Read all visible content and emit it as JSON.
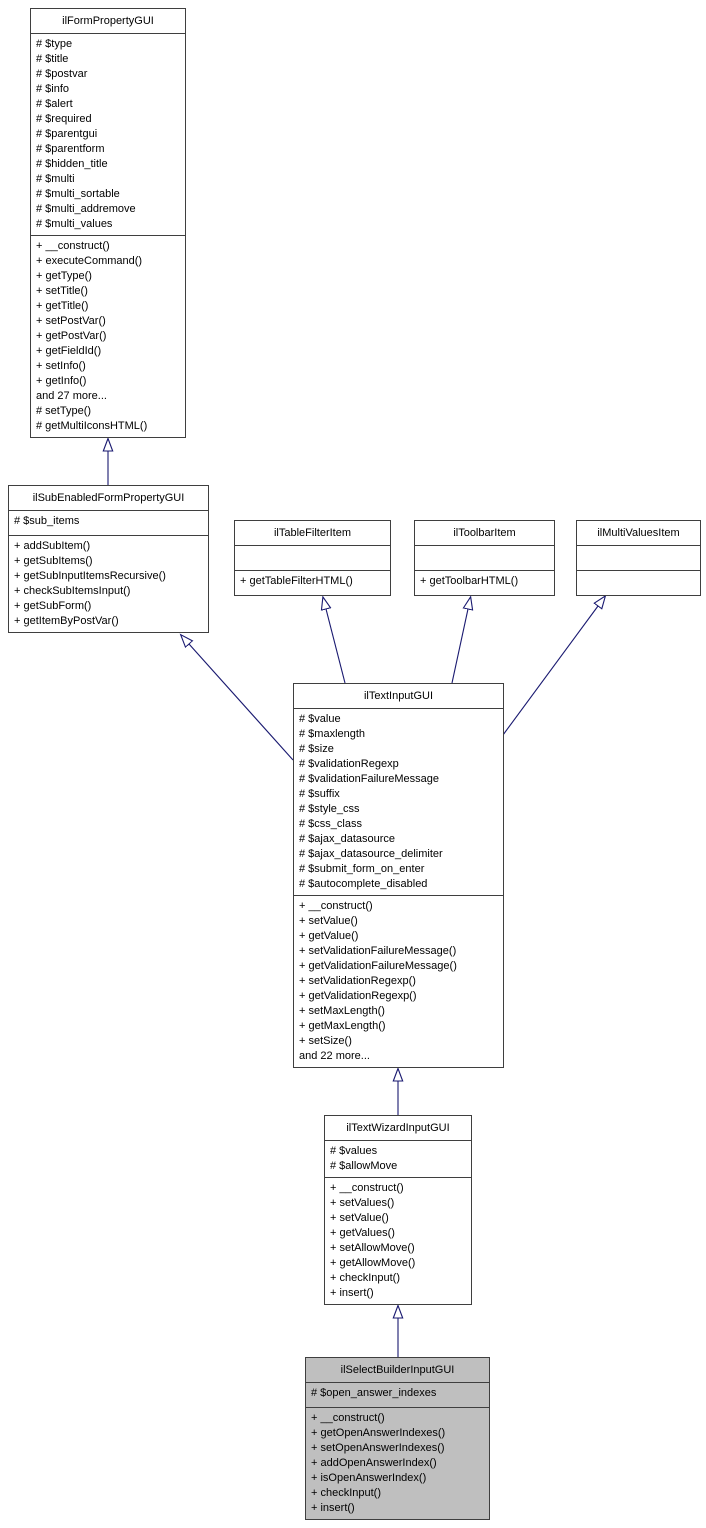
{
  "diagram": {
    "kind": "uml-class-inheritance",
    "colors": {
      "background": "#ffffff",
      "box_border": "#3f3f3f",
      "box_fill": "#ffffff",
      "highlight_fill": "#bfbfbf",
      "arrow_color": "#191970",
      "text_color": "#000000"
    },
    "classes": [
      {
        "name": "ilFormPropertyGUI",
        "highlighted": false,
        "attributes": [
          "# $type",
          "# $title",
          "# $postvar",
          "# $info",
          "# $alert",
          "# $required",
          "# $parentgui",
          "# $parentform",
          "# $hidden_title",
          "# $multi",
          "# $multi_sortable",
          "# $multi_addremove",
          "# $multi_values"
        ],
        "methods": [
          "+ __construct()",
          "+ executeCommand()",
          "+ getType()",
          "+ setTitle()",
          "+ getTitle()",
          "+ setPostVar()",
          "+ getPostVar()",
          "+ getFieldId()",
          "+ setInfo()",
          "+ getInfo()",
          "and 27 more...",
          "# setType()",
          "# getMultiIconsHTML()"
        ]
      },
      {
        "name": "ilSubEnabledFormPropertyGUI",
        "highlighted": false,
        "attributes": [
          "# $sub_items"
        ],
        "methods": [
          "+ addSubItem()",
          "+ getSubItems()",
          "+ getSubInputItemsRecursive()",
          "+ checkSubItemsInput()",
          "+ getSubForm()",
          "+ getItemByPostVar()"
        ]
      },
      {
        "name": "ilTableFilterItem",
        "highlighted": false,
        "attributes": [],
        "methods": [
          "+ getTableFilterHTML()"
        ]
      },
      {
        "name": "ilToolbarItem",
        "highlighted": false,
        "attributes": [],
        "methods": [
          "+ getToolbarHTML()"
        ]
      },
      {
        "name": "ilMultiValuesItem",
        "highlighted": false,
        "attributes": [],
        "methods": []
      },
      {
        "name": "ilTextInputGUI",
        "highlighted": false,
        "attributes": [
          "# $value",
          "# $maxlength",
          "# $size",
          "# $validationRegexp",
          "# $validationFailureMessage",
          "# $suffix",
          "# $style_css",
          "# $css_class",
          "# $ajax_datasource",
          "# $ajax_datasource_delimiter",
          "# $submit_form_on_enter",
          "# $autocomplete_disabled"
        ],
        "methods": [
          "+ __construct()",
          "+ setValue()",
          "+ getValue()",
          "+ setValidationFailureMessage()",
          "+ getValidationFailureMessage()",
          "+ setValidationRegexp()",
          "+ getValidationRegexp()",
          "+ setMaxLength()",
          "+ getMaxLength()",
          "+ setSize()",
          "and 22 more..."
        ]
      },
      {
        "name": "ilTextWizardInputGUI",
        "highlighted": false,
        "attributes": [
          "# $values",
          "# $allowMove"
        ],
        "methods": [
          "+ __construct()",
          "+ setValues()",
          "+ setValue()",
          "+ getValues()",
          "+ setAllowMove()",
          "+ getAllowMove()",
          "+ checkInput()",
          "+ insert()"
        ]
      },
      {
        "name": "ilSelectBuilderInputGUI",
        "highlighted": true,
        "attributes": [
          "# $open_answer_indexes"
        ],
        "methods": [
          "+ __construct()",
          "+ getOpenAnswerIndexes()",
          "+ setOpenAnswerIndexes()",
          "+ addOpenAnswerIndex()",
          "+ isOpenAnswerIndex()",
          "+ checkInput()",
          "+ insert()"
        ]
      }
    ],
    "relations": [
      {
        "type": "inheritance",
        "child": "ilSubEnabledFormPropertyGUI",
        "parent": "ilFormPropertyGUI"
      },
      {
        "type": "inheritance",
        "child": "ilTextInputGUI",
        "parent": "ilSubEnabledFormPropertyGUI"
      },
      {
        "type": "inheritance",
        "child": "ilTextInputGUI",
        "parent": "ilTableFilterItem"
      },
      {
        "type": "inheritance",
        "child": "ilTextInputGUI",
        "parent": "ilToolbarItem"
      },
      {
        "type": "inheritance",
        "child": "ilTextInputGUI",
        "parent": "ilMultiValuesItem"
      },
      {
        "type": "inheritance",
        "child": "ilTextWizardInputGUI",
        "parent": "ilTextInputGUI"
      },
      {
        "type": "inheritance",
        "child": "ilSelectBuilderInputGUI",
        "parent": "ilTextWizardInputGUI"
      }
    ]
  }
}
